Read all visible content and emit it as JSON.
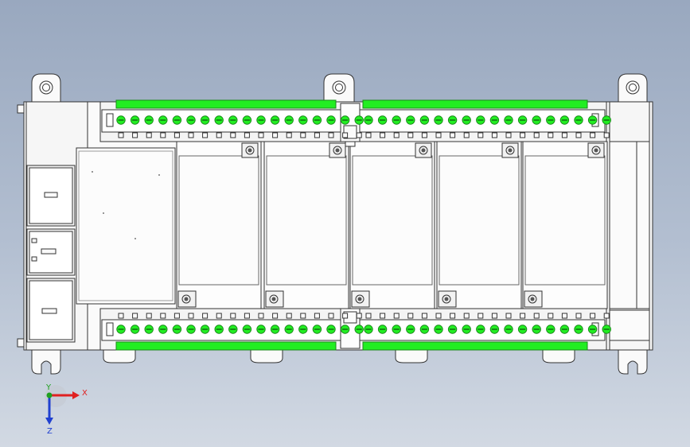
{
  "viewport": {
    "background_top": "#99a8bf",
    "background_bottom": "#d2d9e3"
  },
  "model": {
    "name": "plc-controller",
    "body_color": "#fafafa",
    "outline_color": "#333333",
    "terminal_color": "#22ee22",
    "terminal_outline": "#1a8a1a",
    "top_terminal_screws": 36,
    "bottom_terminal_screws": 36,
    "relay_covers": 5
  },
  "triad": {
    "x_label": "X",
    "y_label": "Y",
    "z_label": "Z",
    "x_color": "#e02020",
    "y_color": "#20a020",
    "z_color": "#2040d0"
  }
}
